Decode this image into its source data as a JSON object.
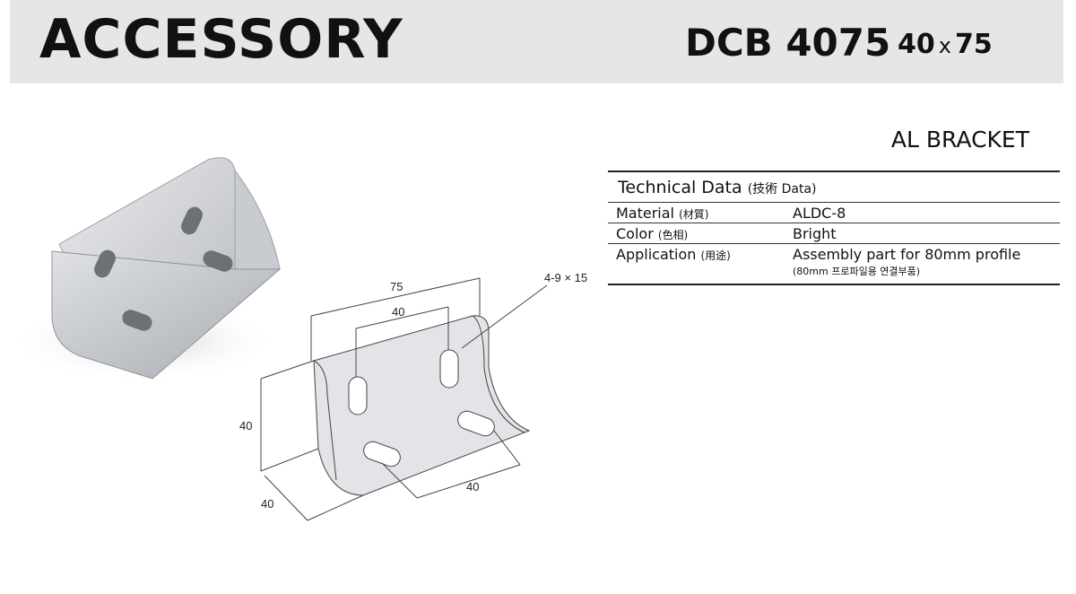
{
  "header": {
    "title": "ACCESSORY",
    "model": "DCB 4075",
    "size": {
      "w": "40",
      "x": "x",
      "h": "75"
    }
  },
  "product_name": "AL BRACKET",
  "spec": {
    "heading": "Technical Data",
    "heading_sub": "(技術  Data)",
    "rows": [
      {
        "label": "Material",
        "label_sub": "(材質)",
        "value": "ALDC-8"
      },
      {
        "label": "Color",
        "label_sub": "(色相)",
        "value": "Bright"
      },
      {
        "label": "Application",
        "label_sub": "(用途)",
        "value": "Assembly part for 80mm profile",
        "note": "(80mm 프로파일용  연결부품)"
      }
    ]
  },
  "drawing": {
    "dim_width_total": "75",
    "dim_hole_spacing_top": "40",
    "dim_height": "40",
    "dim_depth": "40",
    "dim_hole_spacing_base": "40",
    "dim_holes": "4-9 × 15"
  },
  "colors": {
    "header_bg": "#e6e6e6",
    "metal": "#d8dadd",
    "line": "#222222"
  }
}
